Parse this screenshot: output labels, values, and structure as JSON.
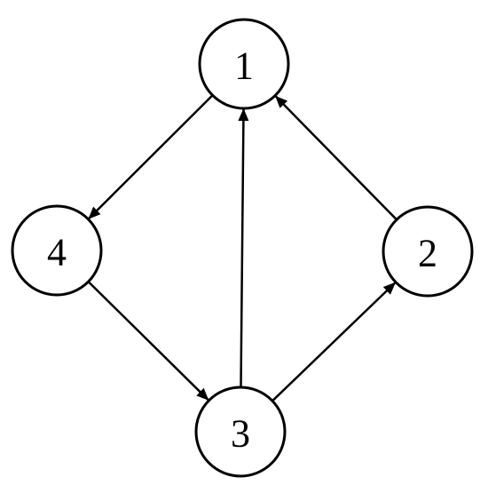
{
  "diagram": {
    "type": "directed-graph",
    "nodes": [
      {
        "id": "1",
        "label": "1"
      },
      {
        "id": "2",
        "label": "2"
      },
      {
        "id": "3",
        "label": "3"
      },
      {
        "id": "4",
        "label": "4"
      }
    ],
    "edges": [
      {
        "from": "1",
        "to": "4"
      },
      {
        "from": "4",
        "to": "3"
      },
      {
        "from": "3",
        "to": "1"
      },
      {
        "from": "3",
        "to": "2"
      },
      {
        "from": "2",
        "to": "1"
      }
    ],
    "colors": {
      "stroke": "#000000",
      "fill": "#ffffff",
      "text": "#000000"
    }
  }
}
